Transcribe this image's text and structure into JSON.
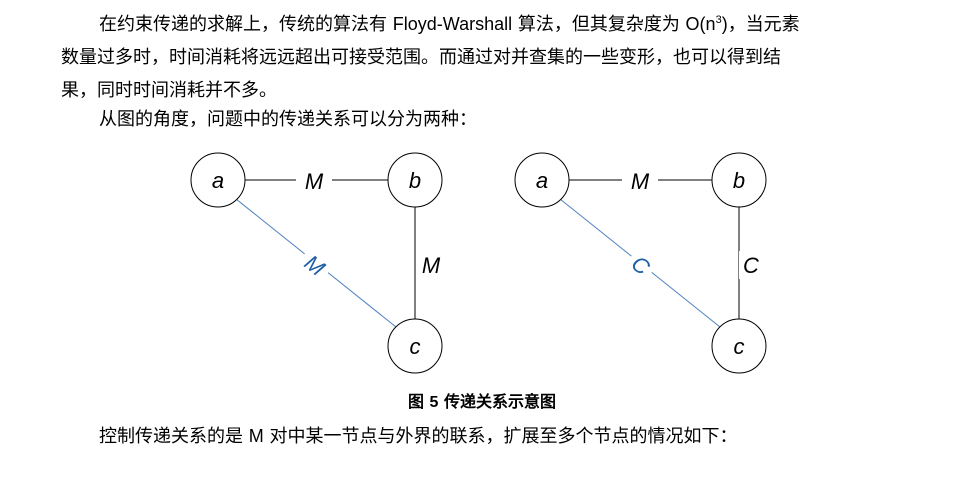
{
  "paragraph1": {
    "line1_before": "在约束传递的求解上，传统的算法有 ",
    "algorithm": "Floyd-Warshall",
    "line1_mid": " 算法，但其复杂度为 ",
    "complexity_base": "O(n",
    "complexity_exp": "3",
    "complexity_close": ")",
    "line1_after": "，当元素",
    "line2": "数量过多时，时间消耗将远远超出可接受范围。而通过对并查集的一些变形，也可以得到结",
    "line3": "果，同时时间消耗并不多。"
  },
  "paragraph2": "从图的角度，问题中的传递关系可以分为两种：",
  "figure": {
    "left": {
      "nodes": {
        "a": "a",
        "b": "b",
        "c": "c"
      },
      "edges": {
        "ab": "M",
        "bc": "M",
        "ac": "M"
      }
    },
    "right": {
      "nodes": {
        "a": "a",
        "b": "b",
        "c": "c"
      },
      "edges": {
        "ab": "M",
        "bc": "C",
        "ac": "C"
      }
    },
    "colors": {
      "derived_edge": "#4f81bd",
      "derived_label": "#1f5fa8",
      "edge": "#000000"
    },
    "caption_prefix": "图",
    "caption_number": "5",
    "caption_text": "传递关系示意图"
  },
  "paragraph3": {
    "before": "控制传递关系的是 ",
    "symbol": "M",
    "after": " 对中某一节点与外界的联系，扩展至多个节点的情况如下："
  }
}
